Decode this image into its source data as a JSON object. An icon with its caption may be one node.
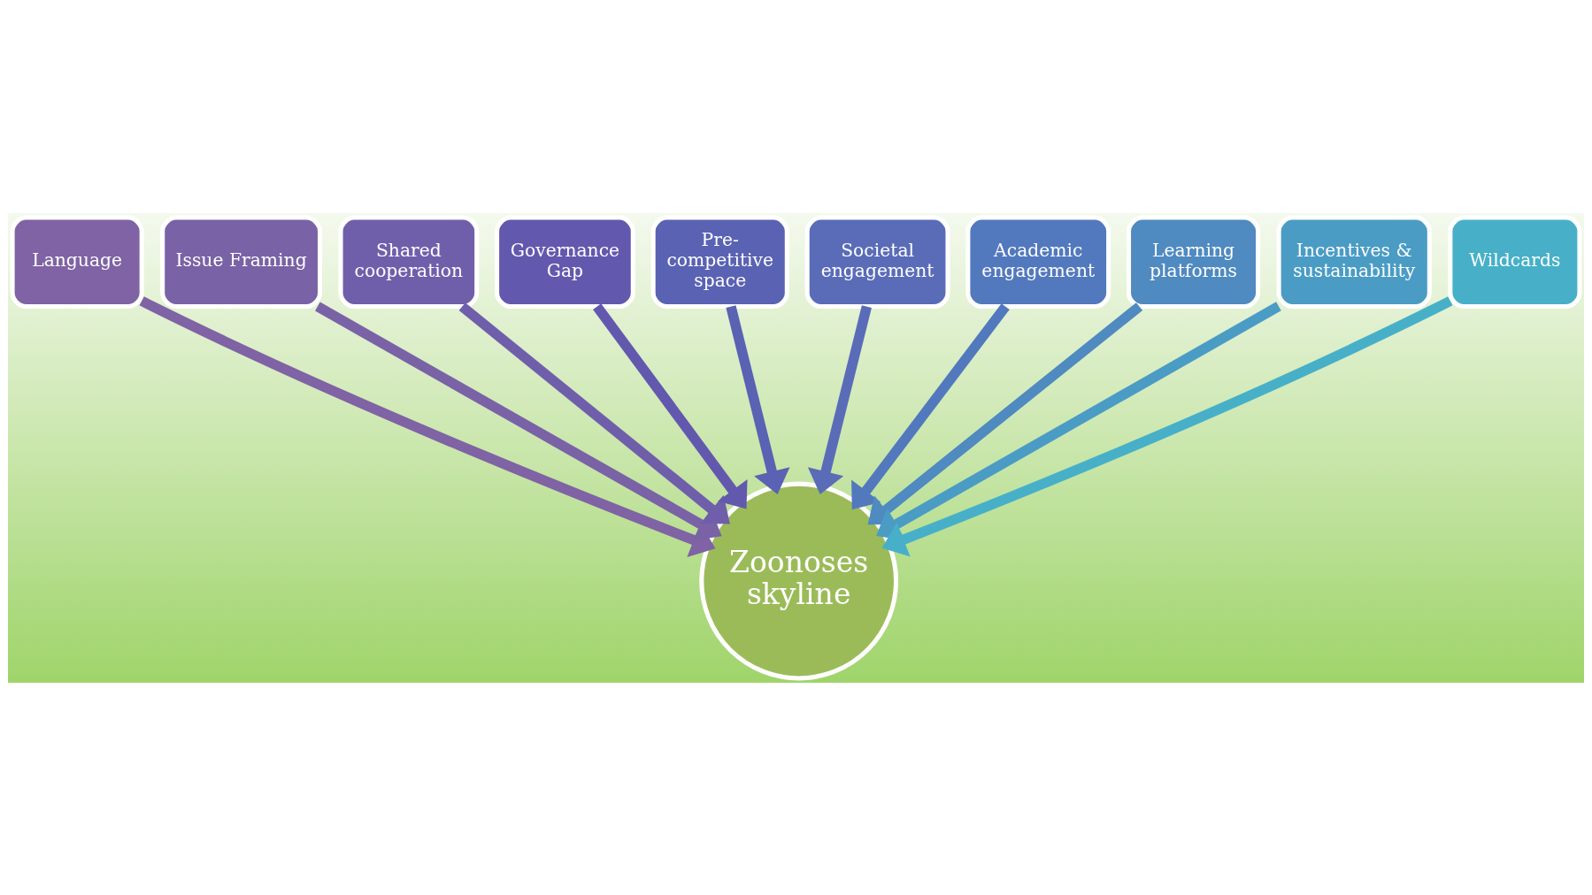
{
  "diagram": {
    "nodes": [
      {
        "text": [
          "Language"
        ]
      },
      {
        "text": [
          "Issue Framing"
        ]
      },
      {
        "text": [
          "Shared cooperation"
        ]
      },
      {
        "text": [
          "Governance Gap"
        ]
      },
      {
        "text": [
          "Pre-competitive space"
        ]
      },
      {
        "text": [
          "Societal engagement"
        ]
      },
      {
        "text": [
          "Academic engagement"
        ]
      },
      {
        "text": [
          "Learning platforms"
        ]
      },
      {
        "text": [
          "Incentives & sustainability"
        ]
      },
      {
        "text": [
          "Wildcards"
        ]
      },
      {
        "text": [
          "Zoonoses skyline"
        ]
      }
    ],
    "edges": [
      {
        "from": 0,
        "to": 10,
        "arrow": "to",
        "color": "#7f63a4"
      },
      {
        "from": 1,
        "to": 10,
        "arrow": "to",
        "color": "#7a62a6"
      },
      {
        "from": 2,
        "to": 10,
        "arrow": "to",
        "color": "#6f5fab"
      },
      {
        "from": 3,
        "to": 10,
        "arrow": "to",
        "color": "#6259ae"
      },
      {
        "from": 4,
        "to": 10,
        "arrow": "to",
        "color": "#5a62b3"
      },
      {
        "from": 5,
        "to": 10,
        "arrow": "to",
        "color": "#5a6cb8"
      },
      {
        "from": 6,
        "to": 10,
        "arrow": "to",
        "color": "#5279bd"
      },
      {
        "from": 7,
        "to": 10,
        "arrow": "to",
        "color": "#4f8ac0"
      },
      {
        "from": 8,
        "to": 10,
        "arrow": "to",
        "color": "#4a9cc5"
      },
      {
        "from": 9,
        "to": 10,
        "arrow": "to",
        "color": "#47b0c8"
      }
    ]
  }
}
